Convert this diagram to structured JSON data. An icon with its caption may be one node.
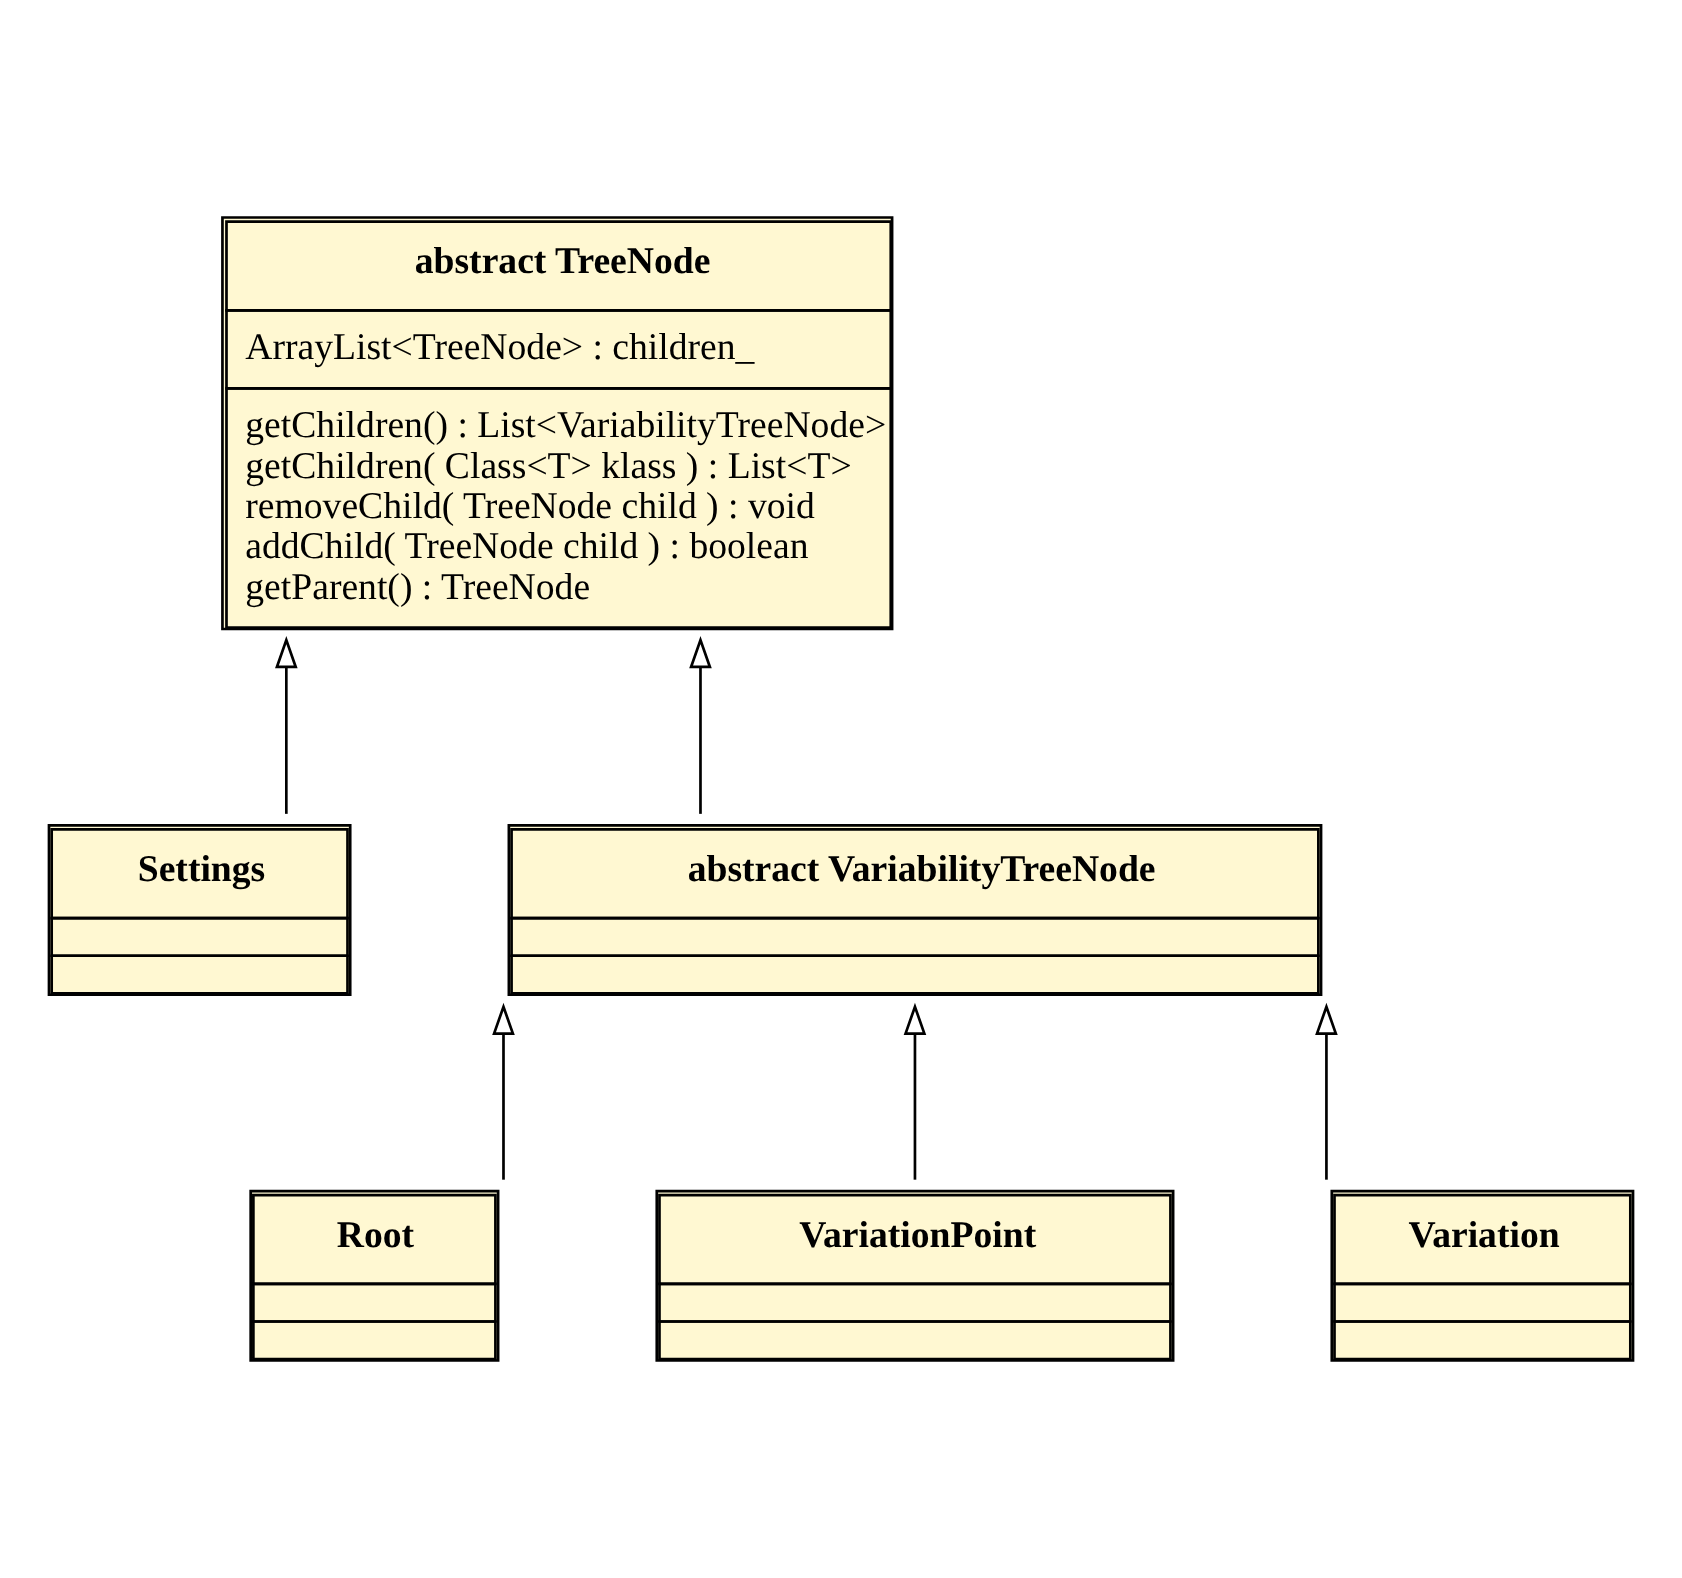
{
  "diagram": {
    "nodes": [
      {
        "text": [
          "abstract TreeNode",
          "ArrayList<TreeNode> : children_",
          "getChildren() : List<VariabilityTreeNode>",
          "getChildren( Class<T> klass ) : List<T>",
          "removeChild( TreeNode child ) : void",
          "addChild( TreeNode child ) : boolean",
          "getParent() : TreeNode"
        ]
      },
      {
        "text": [
          "Settings"
        ]
      },
      {
        "text": [
          "abstract VariabilityTreeNode"
        ]
      },
      {
        "text": [
          "Root"
        ]
      },
      {
        "text": [
          "VariationPoint"
        ]
      },
      {
        "text": [
          "Variation"
        ]
      }
    ],
    "edges": [
      {
        "from": 1,
        "to": 0,
        "arrow": "to"
      },
      {
        "from": 2,
        "to": 0,
        "arrow": "to"
      },
      {
        "from": 3,
        "to": 2,
        "arrow": "to"
      },
      {
        "from": 4,
        "to": 2,
        "arrow": "to"
      },
      {
        "from": 5,
        "to": 2,
        "arrow": "to"
      }
    ]
  }
}
